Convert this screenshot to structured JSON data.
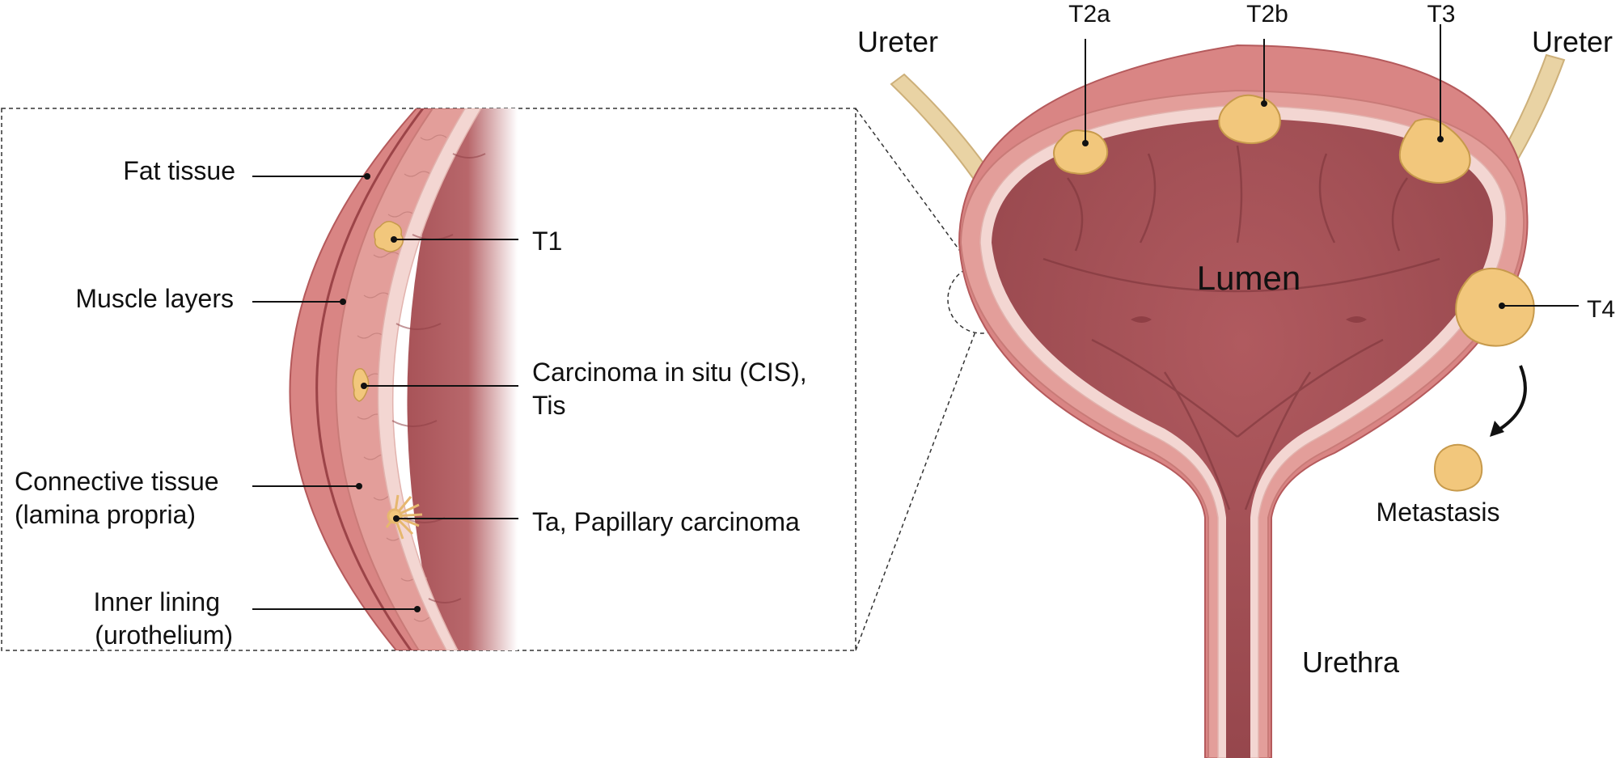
{
  "inset_labels": {
    "fat_tissue": "Fat tissue",
    "muscle_layers": "Muscle layers",
    "connective_tissue_1": "Connective tissue",
    "connective_tissue_2": "(lamina propria)",
    "inner_lining_1": "Inner lining",
    "inner_lining_2": "(urothelium)",
    "t1": "T1",
    "cis_1": "Carcinoma in situ (CIS),",
    "cis_2": "Tis",
    "ta": "Ta, Papillary carcinoma"
  },
  "bladder_labels": {
    "ureter_left": "Ureter",
    "ureter_right": "Ureter",
    "t2a": "T2a",
    "t2b": "T2b",
    "t3": "T3",
    "t4": "T4",
    "lumen": "Lumen",
    "metastasis": "Metastasis",
    "urethra": "Urethra"
  },
  "colors": {
    "fat": "#d98584",
    "fat_dark": "#b55a5c",
    "muscle": "#e39e9a",
    "lining": "#f3d6d2",
    "lumen": "#a85358",
    "lumen_dark": "#8f3f45",
    "tumor": "#f2c77c",
    "ureter": "#e9d3a4"
  }
}
